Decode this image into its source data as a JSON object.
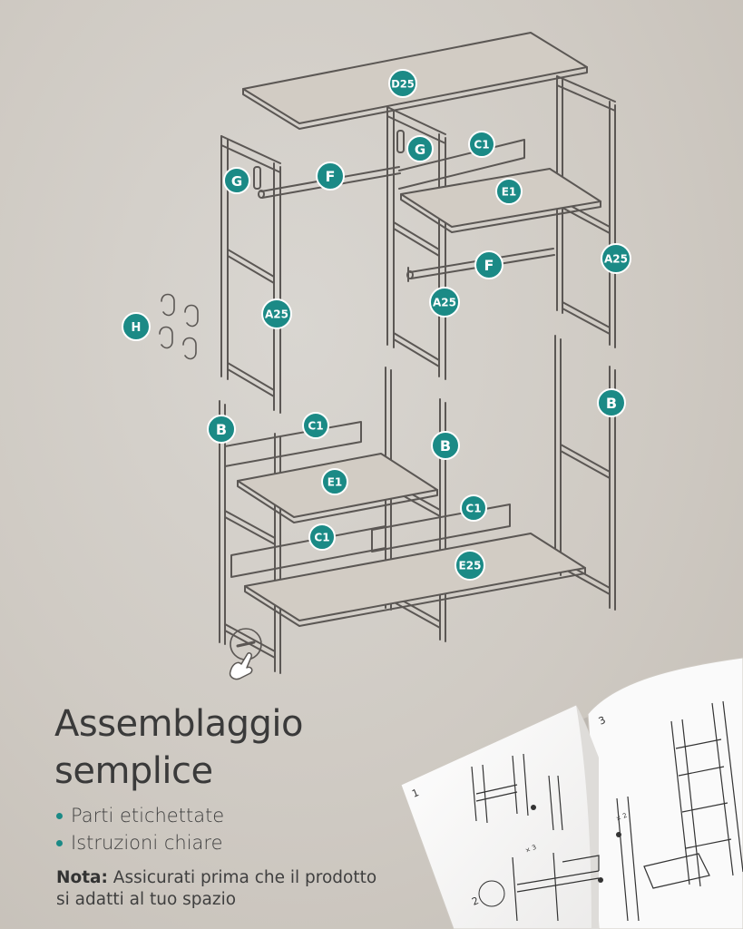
{
  "diagram": {
    "labels": {
      "D25": "D25",
      "A25": "A25",
      "B": "B",
      "C1": "C1",
      "E1": "E1",
      "E25": "E25",
      "F": "F",
      "G": "G",
      "H": "H"
    },
    "accent_color": "#1b8a86",
    "line_color": "#5b5754",
    "board_color": "#d2ccc4"
  },
  "heading": {
    "line1": "Assemblaggio",
    "line2": "semplice"
  },
  "features": {
    "items": [
      "Parti etichettate",
      "Istruzioni chiare"
    ]
  },
  "note": {
    "label": "Nota:",
    "text": " Assicurati prima che il prodotto si adatti al tuo spazio"
  },
  "manual": {
    "step1": "1",
    "step2": "2",
    "step3": "3",
    "qty_3": "× 3",
    "qty_2": "× 2"
  }
}
